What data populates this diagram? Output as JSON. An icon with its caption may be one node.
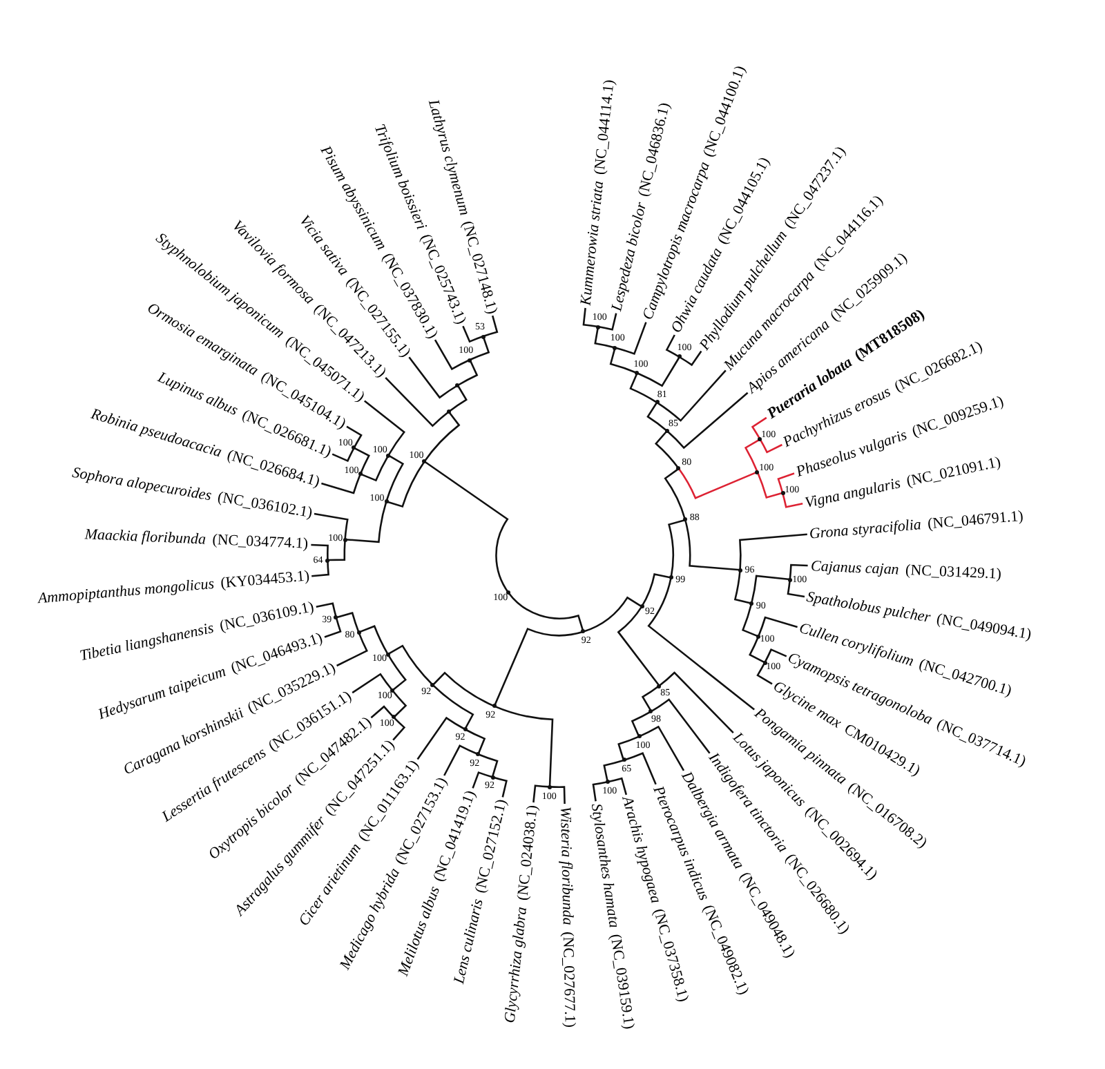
{
  "diagram": {
    "nodes": [
      {
        "text": [
          "*Kummerowia striata* (NC_044114.1)"
        ]
      },
      {
        "text": [
          "*Lespedeza bicolor* (NC_046836.1)"
        ]
      },
      {
        "text": [
          "*Campylotropis macrocarpa* (NC_044100.1)"
        ]
      },
      {
        "text": [
          "*Ohwia caudata* (NC_044105.1)"
        ]
      },
      {
        "text": [
          "*Phyllodium pulchellum* (NC_047237.1)"
        ]
      },
      {
        "text": [
          "*Mucuna macrocarpa* (NC_044116.1)"
        ]
      },
      {
        "text": [
          "*Apios americana* (NC_025909.1)"
        ]
      },
      {
        "text": [
          "***Pueraria lobata* (MT818508)**"
        ]
      },
      {
        "text": [
          "*Pachyrhizus erosus* (NC_026682.1)"
        ]
      },
      {
        "text": [
          "*Phaseolus vulgaris* (NC_009259.1)"
        ]
      },
      {
        "text": [
          "*Vigna angularis* (NC_021091.1)"
        ]
      },
      {
        "text": [
          "*Grona styracifolia* (NC_046791.1)"
        ]
      },
      {
        "text": [
          "*Cajanus cajan* (NC_031429.1)"
        ]
      },
      {
        "text": [
          "*Spatholobus pulcher* (NC_049094.1)"
        ]
      },
      {
        "text": [
          "*Cullen corylifolium* (NC_042700.1)"
        ]
      },
      {
        "text": [
          "*Cyamopsis tetragonoloba* (NC_037714.1)"
        ]
      },
      {
        "text": [
          "*Glycine max* CM010429.1)"
        ]
      },
      {
        "text": [
          "*Pongamia pinnata* (NC_016708.2)"
        ]
      },
      {
        "text": [
          "*Lotus japonicus* (NC_002694.1)"
        ]
      },
      {
        "text": [
          "*Indigofera tinctoria* (NC_026680.1)"
        ]
      },
      {
        "text": [
          "*Dalbergia armata* (NC_049048.1)"
        ]
      },
      {
        "text": [
          "*Pterocarpus indicus* (NC_049082.1)"
        ]
      },
      {
        "text": [
          "*Arachis hypogaea* (NC_037358.1)"
        ]
      },
      {
        "text": [
          "*Stylosanthes hamata* (NC_039159.1)"
        ]
      },
      {
        "text": [
          "*Wisteria floribunda* (NC_027677.1)"
        ]
      },
      {
        "text": [
          "*Glycyrrhiza glabra* (NC_024038.1)"
        ]
      },
      {
        "text": [
          "*Lens culinaris* (NC_027152.1)"
        ]
      },
      {
        "text": [
          "*Melilotus albus* (NC_041419.1)"
        ]
      },
      {
        "text": [
          "*Medicago hybrida* (NC_027153.1)"
        ]
      },
      {
        "text": [
          "*Cicer arietinum* (NC_011163.1)"
        ]
      },
      {
        "text": [
          "*Astragalus gummifer* (NC_047251.1)"
        ]
      },
      {
        "text": [
          "*Oxytropis bicolor* (NC_047482.1)"
        ]
      },
      {
        "text": [
          "*Lessertia frutescens* (NC_036151.1)"
        ]
      },
      {
        "text": [
          "*Caragana korshinskii* (NC_035229.1)"
        ]
      },
      {
        "text": [
          "*Hedysarum taipeicum* (NC_046493.1)"
        ]
      },
      {
        "text": [
          "*Tibetia liangshanensis* (NC_036109.1)"
        ]
      },
      {
        "text": [
          "*Ammopiptanthus mongolicus* (KY034453.1)"
        ]
      },
      {
        "text": [
          "*Maackia floribunda* (NC_034774.1)"
        ]
      },
      {
        "text": [
          "*Sophora alopecuroides* (NC_036102.1)"
        ]
      },
      {
        "text": [
          "*Robinia pseudoacacia* (NC_026684.1)"
        ]
      },
      {
        "text": [
          "*Lupinus albus* (NC_026681.1)"
        ]
      },
      {
        "text": [
          "*Ormosia emarginata* (NC_045104.1)"
        ]
      },
      {
        "text": [
          "*Styphnolobium japonicum* (NC_045071.1)"
        ]
      },
      {
        "text": [
          "*Vavilovia formosa* (NC_047213.1)"
        ]
      },
      {
        "text": [
          "*Vicia sativa* (NC_027155.1)"
        ]
      },
      {
        "text": [
          "*Pisum abyssinicum* (NC_037830.1)"
        ]
      },
      {
        "text": [
          "*Trifolium boissieri* (NC_025743.1)"
        ]
      },
      {
        "text": [
          "*Lathyrus clymenum* (NC_027148.1)"
        ]
      },
      {
        "text": [],
        "shape": "point",
        "beside": [
          "100"
        ]
      },
      {
        "text": [],
        "shape": "point",
        "beside": [
          "100"
        ]
      },
      {
        "text": [],
        "shape": "point",
        "beside": [
          "100"
        ]
      },
      {
        "text": [],
        "shape": "point",
        "beside": [
          "100"
        ]
      },
      {
        "text": [],
        "shape": "point",
        "beside": [
          "81"
        ]
      },
      {
        "text": [],
        "shape": "point",
        "beside": [
          "85"
        ]
      },
      {
        "text": [],
        "shape": "point",
        "beside": [
          "100"
        ]
      },
      {
        "text": [],
        "shape": "point",
        "beside": [
          "100"
        ]
      },
      {
        "text": [],
        "shape": "point",
        "beside": [
          "100"
        ]
      },
      {
        "text": [],
        "shape": "point",
        "beside": [
          "80"
        ]
      },
      {
        "text": [],
        "shape": "point",
        "beside": [
          "100"
        ]
      },
      {
        "text": [],
        "shape": "point",
        "beside": [
          "100"
        ]
      },
      {
        "text": [],
        "shape": "point",
        "beside": [
          "100"
        ]
      },
      {
        "text": [],
        "shape": "point",
        "beside": [
          "90"
        ]
      },
      {
        "text": [],
        "shape": "point",
        "beside": [
          "96"
        ]
      },
      {
        "text": [],
        "shape": "point",
        "beside": [
          "88"
        ]
      },
      {
        "text": [],
        "shape": "point",
        "beside": [
          "99"
        ]
      },
      {
        "text": [],
        "shape": "point",
        "beside": [
          "100"
        ]
      },
      {
        "text": [],
        "shape": "point",
        "beside": [
          "65"
        ]
      },
      {
        "text": [],
        "shape": "point",
        "beside": [
          "100"
        ]
      },
      {
        "text": [],
        "shape": "point",
        "beside": [
          "98"
        ]
      },
      {
        "text": [],
        "shape": "point",
        "beside": [
          "85"
        ]
      },
      {
        "text": [],
        "shape": "point",
        "beside": [
          "92"
        ]
      },
      {
        "text": [],
        "shape": "point",
        "beside": [
          "100"
        ]
      },
      {
        "text": [],
        "shape": "point",
        "beside": [
          "92"
        ]
      },
      {
        "text": [],
        "shape": "point",
        "beside": [
          "92"
        ]
      },
      {
        "text": [],
        "shape": "point",
        "beside": [
          "92"
        ]
      },
      {
        "text": [],
        "shape": "point",
        "beside": [
          "100"
        ]
      },
      {
        "text": [],
        "shape": "point",
        "beside": [
          "100"
        ]
      },
      {
        "text": [],
        "shape": "point",
        "beside": [
          "39"
        ]
      },
      {
        "text": [],
        "shape": "point",
        "beside": [
          "80"
        ]
      },
      {
        "text": [],
        "shape": "point",
        "beside": [
          "100"
        ]
      },
      {
        "text": [],
        "shape": "point",
        "beside": [
          "92"
        ]
      },
      {
        "text": [],
        "shape": "point",
        "beside": [
          "92"
        ]
      },
      {
        "text": [],
        "shape": "point",
        "beside": [
          "92"
        ]
      },
      {
        "text": [],
        "shape": "point",
        "beside": [
          "64"
        ]
      },
      {
        "text": [],
        "shape": "point",
        "beside": [
          "100"
        ]
      },
      {
        "text": [],
        "shape": "point",
        "beside": [
          "100"
        ]
      },
      {
        "text": [],
        "shape": "point",
        "beside": [
          "100"
        ]
      },
      {
        "text": [],
        "shape": "point",
        "beside": [
          "100"
        ]
      },
      {
        "text": [],
        "shape": "point",
        "beside": [
          "100"
        ]
      },
      {
        "text": [],
        "shape": "point",
        "beside": [
          "53"
        ]
      },
      {
        "text": [],
        "shape": "point",
        "beside": [
          "100"
        ]
      },
      {
        "text": [],
        "shape": "point"
      },
      {
        "text": [],
        "shape": "point"
      },
      {
        "text": [],
        "shape": "point",
        "beside": [
          "100"
        ]
      },
      {
        "text": [],
        "shape": "point",
        "beside": [
          "100"
        ]
      }
    ],
    "edges": [
      {
        "from": 48,
        "to": 0,
        "arrow": "none"
      },
      {
        "from": 48,
        "to": 1,
        "arrow": "none"
      },
      {
        "from": 49,
        "to": 48,
        "arrow": "none"
      },
      {
        "from": 49,
        "to": 2,
        "arrow": "none"
      },
      {
        "from": 50,
        "to": 3,
        "arrow": "none"
      },
      {
        "from": 50,
        "to": 4,
        "arrow": "none"
      },
      {
        "from": 51,
        "to": 49,
        "arrow": "none"
      },
      {
        "from": 51,
        "to": 50,
        "arrow": "none"
      },
      {
        "from": 52,
        "to": 51,
        "arrow": "none"
      },
      {
        "from": 52,
        "to": 5,
        "arrow": "none"
      },
      {
        "from": 53,
        "to": 52,
        "arrow": "none"
      },
      {
        "from": 53,
        "to": 6,
        "arrow": "none"
      },
      {
        "from": 54,
        "to": 7,
        "arrow": "none",
        "color": "#dd2233"
      },
      {
        "from": 54,
        "to": 8,
        "arrow": "none",
        "color": "#dd2233"
      },
      {
        "from": 55,
        "to": 9,
        "arrow": "none",
        "color": "#dd2233"
      },
      {
        "from": 55,
        "to": 10,
        "arrow": "none",
        "color": "#dd2233"
      },
      {
        "from": 56,
        "to": 54,
        "arrow": "none",
        "color": "#dd2233"
      },
      {
        "from": 56,
        "to": 55,
        "arrow": "none",
        "color": "#dd2233"
      },
      {
        "from": 57,
        "to": 53,
        "arrow": "none"
      },
      {
        "from": 57,
        "to": 56,
        "arrow": "none",
        "color": "#dd2233"
      },
      {
        "from": 58,
        "to": 12,
        "arrow": "none"
      },
      {
        "from": 58,
        "to": 13,
        "arrow": "none"
      },
      {
        "from": 59,
        "to": 15,
        "arrow": "none"
      },
      {
        "from": 59,
        "to": 16,
        "arrow": "none"
      },
      {
        "from": 60,
        "to": 14,
        "arrow": "none"
      },
      {
        "from": 60,
        "to": 59,
        "arrow": "none"
      },
      {
        "from": 61,
        "to": 58,
        "arrow": "none"
      },
      {
        "from": 61,
        "to": 60,
        "arrow": "none"
      },
      {
        "from": 62,
        "to": 11,
        "arrow": "none"
      },
      {
        "from": 62,
        "to": 61,
        "arrow": "none"
      },
      {
        "from": 63,
        "to": 57,
        "arrow": "none"
      },
      {
        "from": 63,
        "to": 62,
        "arrow": "none"
      },
      {
        "from": 64,
        "to": 63,
        "arrow": "none"
      },
      {
        "from": 64,
        "to": 17,
        "arrow": "none"
      },
      {
        "from": 65,
        "to": 22,
        "arrow": "none"
      },
      {
        "from": 65,
        "to": 23,
        "arrow": "none"
      },
      {
        "from": 66,
        "to": 21,
        "arrow": "none"
      },
      {
        "from": 66,
        "to": 65,
        "arrow": "none"
      },
      {
        "from": 67,
        "to": 20,
        "arrow": "none"
      },
      {
        "from": 67,
        "to": 66,
        "arrow": "none"
      },
      {
        "from": 68,
        "to": 19,
        "arrow": "none"
      },
      {
        "from": 68,
        "to": 67,
        "arrow": "none"
      },
      {
        "from": 69,
        "to": 18,
        "arrow": "none"
      },
      {
        "from": 69,
        "to": 68,
        "arrow": "none"
      },
      {
        "from": 70,
        "to": 64,
        "arrow": "none"
      },
      {
        "from": 70,
        "to": 69,
        "arrow": "none"
      },
      {
        "from": 71,
        "to": 24,
        "arrow": "none"
      },
      {
        "from": 71,
        "to": 25,
        "arrow": "none"
      },
      {
        "from": 72,
        "to": 26,
        "arrow": "none"
      },
      {
        "from": 72,
        "to": 27,
        "arrow": "none"
      },
      {
        "from": 73,
        "to": 72,
        "arrow": "none"
      },
      {
        "from": 73,
        "to": 28,
        "arrow": "none"
      },
      {
        "from": 74,
        "to": 73,
        "arrow": "none"
      },
      {
        "from": 74,
        "to": 29,
        "arrow": "none"
      },
      {
        "from": 75,
        "to": 30,
        "arrow": "none"
      },
      {
        "from": 75,
        "to": 31,
        "arrow": "none"
      },
      {
        "from": 76,
        "to": 75,
        "arrow": "none"
      },
      {
        "from": 76,
        "to": 32,
        "arrow": "none"
      },
      {
        "from": 77,
        "to": 34,
        "arrow": "none"
      },
      {
        "from": 77,
        "to": 35,
        "arrow": "none"
      },
      {
        "from": 78,
        "to": 33,
        "arrow": "none"
      },
      {
        "from": 78,
        "to": 77,
        "arrow": "none"
      },
      {
        "from": 79,
        "to": 76,
        "arrow": "none"
      },
      {
        "from": 79,
        "to": 78,
        "arrow": "none"
      },
      {
        "from": 80,
        "to": 74,
        "arrow": "none"
      },
      {
        "from": 80,
        "to": 79,
        "arrow": "none"
      },
      {
        "from": 81,
        "to": 71,
        "arrow": "none"
      },
      {
        "from": 81,
        "to": 80,
        "arrow": "none"
      },
      {
        "from": 82,
        "to": 70,
        "arrow": "none"
      },
      {
        "from": 82,
        "to": 81,
        "arrow": "none"
      },
      {
        "from": 83,
        "to": 36,
        "arrow": "none"
      },
      {
        "from": 83,
        "to": 37,
        "arrow": "none"
      },
      {
        "from": 84,
        "to": 83,
        "arrow": "none"
      },
      {
        "from": 84,
        "to": 38,
        "arrow": "none"
      },
      {
        "from": 85,
        "to": 40,
        "arrow": "none"
      },
      {
        "from": 85,
        "to": 41,
        "arrow": "none"
      },
      {
        "from": 86,
        "to": 39,
        "arrow": "none"
      },
      {
        "from": 86,
        "to": 85,
        "arrow": "none"
      },
      {
        "from": 87,
        "to": 86,
        "arrow": "none"
      },
      {
        "from": 87,
        "to": 42,
        "arrow": "none"
      },
      {
        "from": 88,
        "to": 84,
        "arrow": "none"
      },
      {
        "from": 88,
        "to": 87,
        "arrow": "none"
      },
      {
        "from": 89,
        "to": 46,
        "arrow": "none"
      },
      {
        "from": 89,
        "to": 47,
        "arrow": "none"
      },
      {
        "from": 90,
        "to": 45,
        "arrow": "none"
      },
      {
        "from": 90,
        "to": 89,
        "arrow": "none"
      },
      {
        "from": 91,
        "to": 44,
        "arrow": "none"
      },
      {
        "from": 91,
        "to": 90,
        "arrow": "none"
      },
      {
        "from": 92,
        "to": 43,
        "arrow": "none"
      },
      {
        "from": 92,
        "to": 91,
        "arrow": "none"
      },
      {
        "from": 93,
        "to": 88,
        "arrow": "none"
      },
      {
        "from": 93,
        "to": 92,
        "arrow": "none"
      },
      {
        "from": 94,
        "to": 82,
        "arrow": "none"
      },
      {
        "from": 94,
        "to": 93,
        "arrow": "none"
      }
    ]
  }
}
